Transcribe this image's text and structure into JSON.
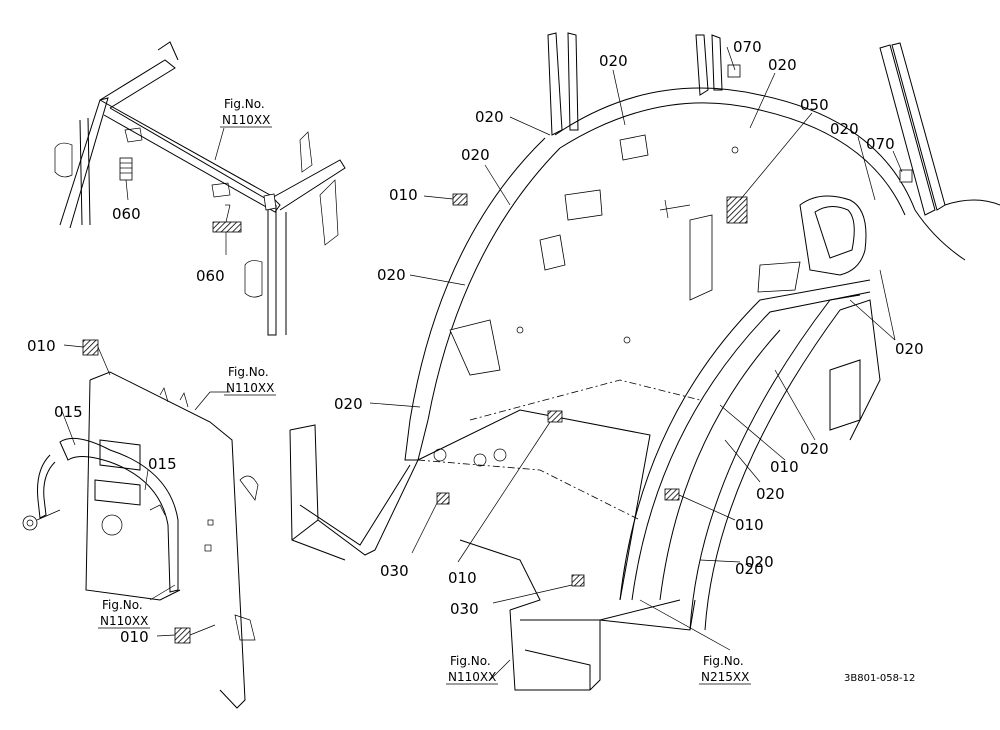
{
  "drawing": {
    "code": "3B801-058-12"
  },
  "callouts": [
    {
      "id": "c1",
      "text": "060"
    },
    {
      "id": "c2",
      "text": "060"
    },
    {
      "id": "c3",
      "text": "010"
    },
    {
      "id": "c4",
      "text": "015"
    },
    {
      "id": "c5",
      "text": "015"
    },
    {
      "id": "c6",
      "text": "010"
    },
    {
      "id": "c7",
      "text": "020"
    },
    {
      "id": "c8",
      "text": "020"
    },
    {
      "id": "c9",
      "text": "070"
    },
    {
      "id": "c10",
      "text": "020"
    },
    {
      "id": "c11",
      "text": "020"
    },
    {
      "id": "c12",
      "text": "050"
    },
    {
      "id": "c13",
      "text": "010"
    },
    {
      "id": "c14",
      "text": "020"
    },
    {
      "id": "c15",
      "text": "020"
    },
    {
      "id": "c16",
      "text": "070"
    },
    {
      "id": "c17",
      "text": "020"
    },
    {
      "id": "c18",
      "text": "020"
    },
    {
      "id": "c19",
      "text": "020"
    },
    {
      "id": "c20",
      "text": "020"
    },
    {
      "id": "c21",
      "text": "010"
    },
    {
      "id": "c22",
      "text": "020"
    },
    {
      "id": "c23",
      "text": "010"
    },
    {
      "id": "c24",
      "text": "020"
    },
    {
      "id": "c25",
      "text": "030"
    },
    {
      "id": "c26",
      "text": "010"
    },
    {
      "id": "c27",
      "text": "030"
    }
  ],
  "fig_refs": [
    {
      "id": "f1",
      "label": "Fig.No.",
      "number": "N110XX"
    },
    {
      "id": "f2",
      "label": "Fig.No.",
      "number": "N110XX"
    },
    {
      "id": "f3",
      "label": "Fig.No.",
      "number": "N110XX"
    },
    {
      "id": "f4",
      "label": "Fig.No.",
      "number": "N110XX"
    },
    {
      "id": "f5",
      "label": "Fig.No.",
      "number": "N215XX"
    }
  ]
}
